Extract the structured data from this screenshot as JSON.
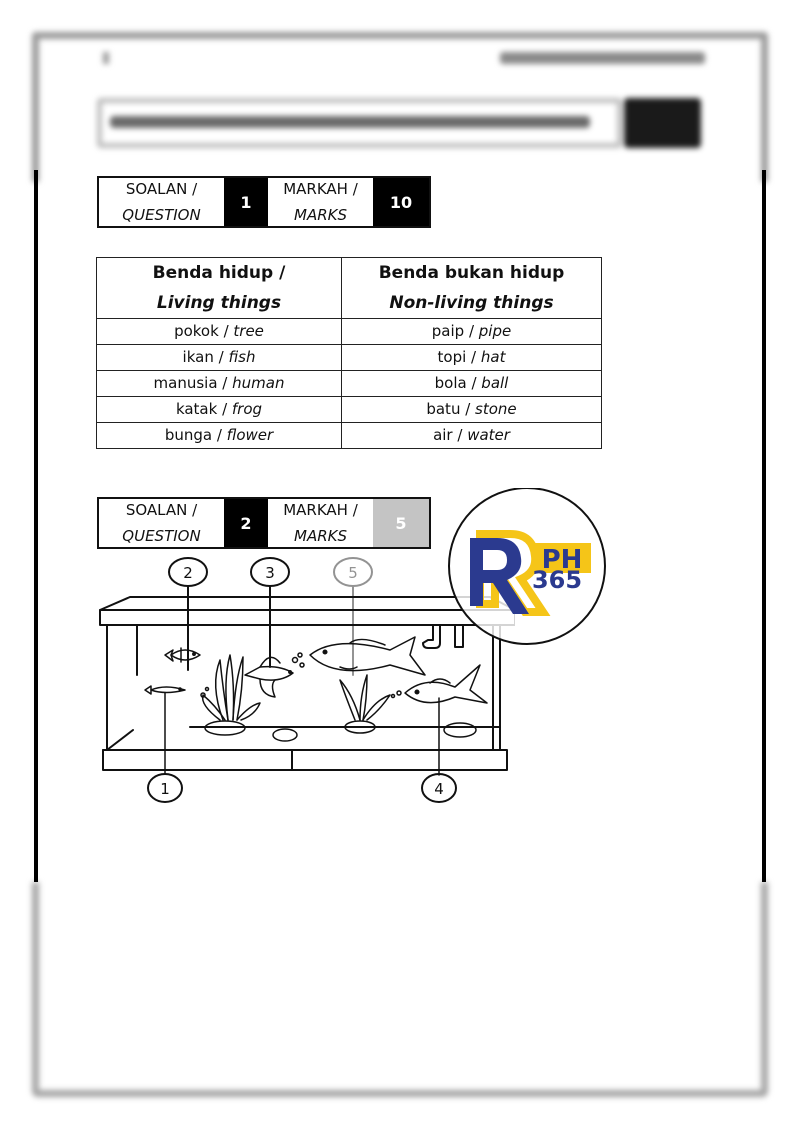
{
  "question1": {
    "question_label": "SOALAN /",
    "question_label_en": "QUESTION",
    "question_number": "1",
    "marks_label": "MARKAH /",
    "marks_label_en": "MARKS",
    "marks": "10"
  },
  "table": {
    "headers": [
      {
        "ms": "Benda hidup /",
        "en": "Living things"
      },
      {
        "ms": "Benda bukan hidup",
        "en": "Non-living things"
      }
    ],
    "rows": [
      [
        {
          "ms": "pokok",
          "en": "tree"
        },
        {
          "ms": "paip",
          "en": "pipe"
        }
      ],
      [
        {
          "ms": "ikan",
          "en": "fish"
        },
        {
          "ms": "topi",
          "en": "hat"
        }
      ],
      [
        {
          "ms": "manusia",
          "en": "human"
        },
        {
          "ms": "bola",
          "en": "ball"
        }
      ],
      [
        {
          "ms": "katak",
          "en": "frog"
        },
        {
          "ms": "batu",
          "en": "stone"
        }
      ],
      [
        {
          "ms": "bunga",
          "en": "flower"
        },
        {
          "ms": "air",
          "en": "water"
        }
      ]
    ]
  },
  "question2": {
    "question_label": "SOALAN /",
    "question_label_en": "QUESTION",
    "question_number": "2",
    "marks_label": "MARKAH /",
    "marks_label_en": "MARKS",
    "marks": "5"
  },
  "diagram": {
    "labels": [
      "1",
      "2",
      "3",
      "4",
      "5"
    ]
  },
  "watermark": {
    "text": "RPH 365",
    "colors": {
      "blue": "#2b3a8f",
      "yellow": "#f5c518",
      "orange": "#e98a1e"
    }
  }
}
